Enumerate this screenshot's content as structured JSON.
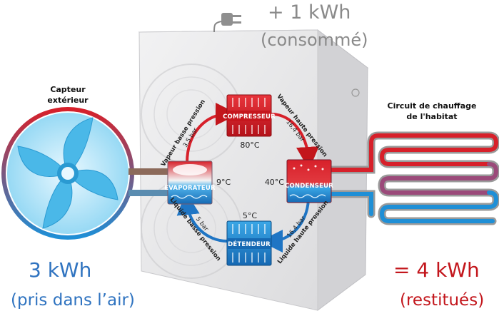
{
  "energy": {
    "consumed_value": "+ 1 kWh",
    "consumed_label": "(consommé)",
    "air_value": "3 kWh",
    "air_label": "(pris dans l’air)",
    "restored_value": "= 4 kWh",
    "restored_label": "(restitués)"
  },
  "labels": {
    "sensor_line1": "Capteur",
    "sensor_line2": "extérieur",
    "circuit_line1": "Circuit de chauffage",
    "circuit_line2": "de l'habitat"
  },
  "components": {
    "compressor": "COMPRESSEUR",
    "evaporator": "ÉVAPORATEUR",
    "condenser": "CONDENSEUR",
    "expander": "DÉTENDEUR"
  },
  "temperatures": {
    "compressor_out": "80°C",
    "evaporator": "9°C",
    "condenser": "40°C",
    "expander_out": "5°C"
  },
  "arcs": {
    "top_left": "Vapeur basse pression",
    "top_left_bar": "3,5 bar",
    "top_right": "Vapeur haute pression",
    "top_right_bar": "16,4 bar",
    "bottom_left": "Liquide basse pression",
    "bottom_left_bar": "5 bar",
    "bottom_right": "Liquide haute pression",
    "bottom_right_bar": "16,4 bar"
  },
  "colors": {
    "hot": "#d7202a",
    "cold": "#1f8fd6",
    "fan_blue": "#5bc3ec",
    "unit_gray": "#e9e9ea"
  },
  "icons": [
    "plug-icon",
    "fan-icon"
  ]
}
